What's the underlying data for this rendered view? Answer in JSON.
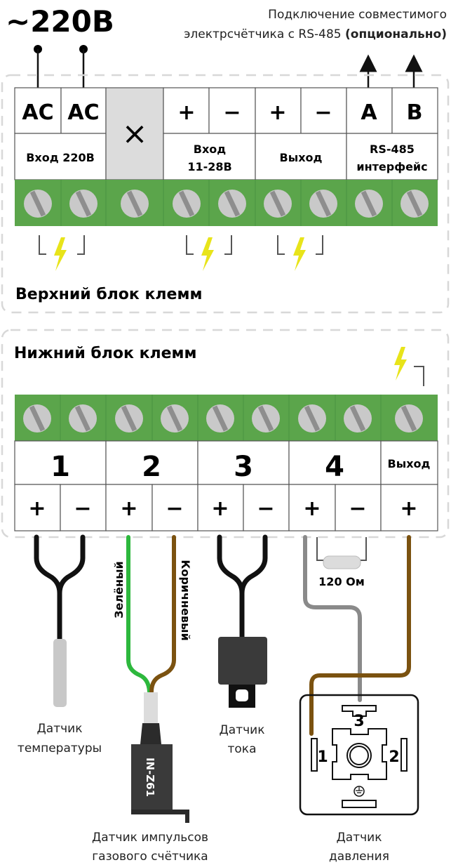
{
  "header": {
    "voltage": "~220В",
    "rs485_note_line1": "Подключение совместимого",
    "rs485_note_line2": "электрсчётчика с RS-485",
    "rs485_note_optional": "(опционально)"
  },
  "upper_block": {
    "title": "Верхний блок клемм",
    "terminals": [
      "AC",
      "AC",
      "×",
      "+",
      "−",
      "+",
      "−",
      "A",
      "B"
    ],
    "groups": {
      "input_220": "Вход 220В",
      "input_dc_line1": "Вход",
      "input_dc_line2": "11-28В",
      "output": "Выход",
      "rs485_line1": "RS-485",
      "rs485_line2": "интерфейс"
    }
  },
  "lower_block": {
    "title": "Нижний блок клемм",
    "groups": [
      "1",
      "2",
      "3",
      "4",
      "Выход"
    ],
    "signs": [
      "+",
      "−",
      "+",
      "−",
      "+",
      "−",
      "+",
      "−",
      "+"
    ]
  },
  "wires": {
    "green": "Зелёный",
    "brown": "Коричневый",
    "resistor": "120 Ом",
    "gas_sensor_model": "IN-Z61"
  },
  "sensors": {
    "temperature_line1": "Датчик",
    "temperature_line2": "температуры",
    "gas_line1": "Датчик импульсов",
    "gas_line2": "газового счётчика",
    "current_line1": "Датчик",
    "current_line2": "тока",
    "pressure_line1": "Датчик",
    "pressure_line2": "давления",
    "pressure_pins": [
      "1",
      "2",
      "3"
    ]
  },
  "colors": {
    "terminal_green": "#5ba54b",
    "lightning": "#e8e41a",
    "wire_green": "#2db83d",
    "wire_brown": "#7b5210",
    "wire_gray": "#8a8a8a"
  }
}
